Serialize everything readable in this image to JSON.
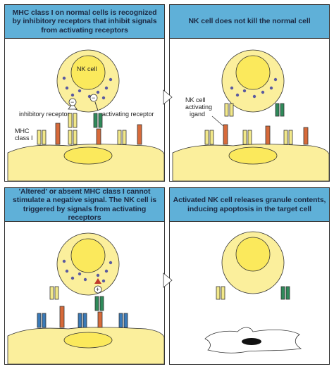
{
  "colors": {
    "caption_bg": "#5fb0d8",
    "cell": "#fbef9c",
    "nucleus": "#fbe95c",
    "granule": "#5a5aa0",
    "inhibitory": "#f2e889",
    "activating": "#2f8a5a",
    "mhc_normal": "#f2e889",
    "mhc_altered": "#3a7ab8",
    "ligand": "#d76a3a"
  },
  "panels": {
    "p1": {
      "caption": "MHC class I on normal cells is recognized by inhibitory receptors that inhibit signals from activating receptors"
    },
    "p2": {
      "caption": "NK cell does not kill the normal cell"
    },
    "p3": {
      "caption": "'Altered' or absent MHC class I cannot stimulate a negative signal. The NK cell is triggered by signals from activating receptors"
    },
    "p4": {
      "caption": "Activated NK cell releases granule contents, inducing apoptosis in the target cell"
    }
  },
  "labels": {
    "nk_cell": "NK cell",
    "inhibitory_receptor": "inhibitory receptor",
    "activating_receptor": "activating receptor",
    "mhc_class": "MHC",
    "mhc_class2": "class I",
    "nk_ligand1": "NK cell",
    "nk_ligand2": "activating",
    "nk_ligand3": "igand",
    "minus": "−",
    "plus": "+"
  }
}
